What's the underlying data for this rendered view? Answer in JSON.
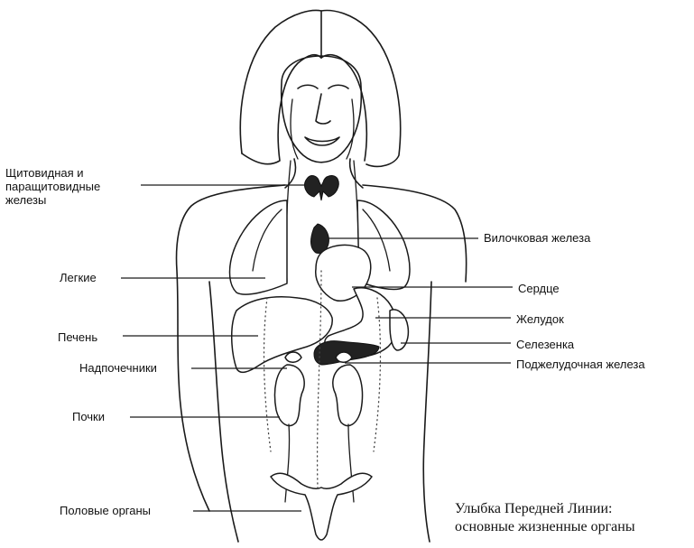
{
  "labels": {
    "thyroid": [
      "Щитовидная и",
      "паращитовидные",
      "железы"
    ],
    "thymus": "Вилочковая железа",
    "lungs": "Легкие",
    "heart": "Сердце",
    "stomach": "Желудок",
    "liver": "Печень",
    "spleen": "Селезенка",
    "adrenals": "Надпочечники",
    "pancreas": "Поджелудочная железа",
    "kidneys": "Почки",
    "genitals": "Половые органы"
  },
  "caption": [
    "Улыбка Передней Линии:",
    "основные жизненные органы"
  ]
}
